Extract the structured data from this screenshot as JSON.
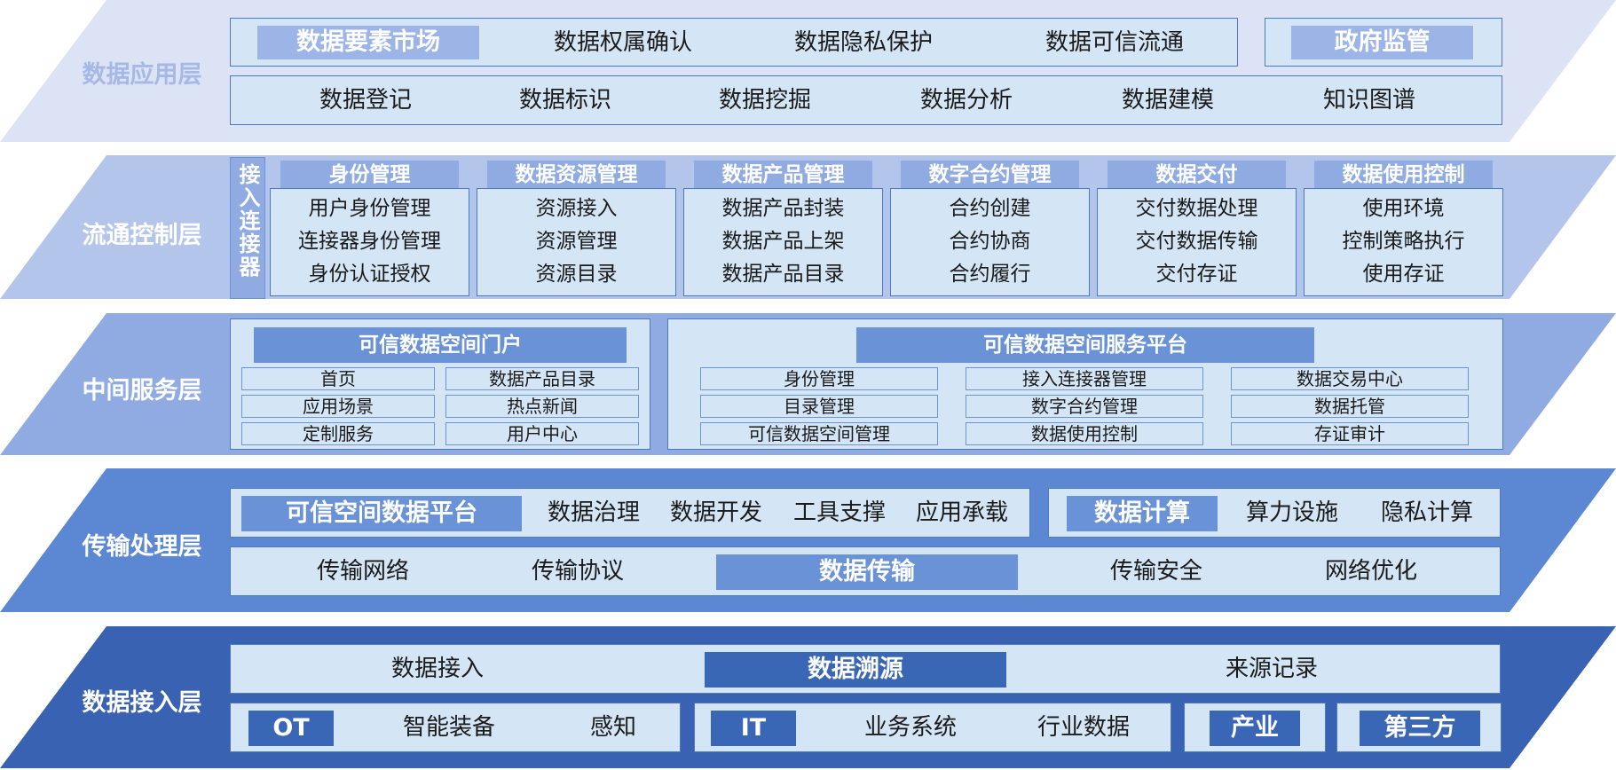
{
  "colors": {
    "band1": "#dbe3f5",
    "band2": "#b3c5ea",
    "band3": "#8fabe1",
    "band4": "#5c87d2",
    "band5": "#3a62b2",
    "box_fill": "#d4e5f5",
    "box_border": "#4d79c4",
    "highlight1": "#9db5e6",
    "highlight2": "#6a92d6",
    "highlight3": "#3a66b6"
  },
  "layers": {
    "application": {
      "name": "数据应用层",
      "market": "数据要素市场",
      "row1": [
        "数据权属确认",
        "数据隐私保护",
        "数据可信流通"
      ],
      "gov": "政府监管",
      "row2": [
        "数据登记",
        "数据标识",
        "数据挖掘",
        "数据分析",
        "数据建模",
        "知识图谱"
      ]
    },
    "control": {
      "name": "流通控制层",
      "connector": "接入连接器",
      "modules": [
        {
          "title": "身份管理",
          "items": [
            "用户身份管理",
            "连接器身份管理",
            "身份认证授权"
          ]
        },
        {
          "title": "数据资源管理",
          "items": [
            "资源接入",
            "资源管理",
            "资源目录"
          ]
        },
        {
          "title": "数据产品管理",
          "items": [
            "数据产品封装",
            "数据产品上架",
            "数据产品目录"
          ]
        },
        {
          "title": "数字合约管理",
          "items": [
            "合约创建",
            "合约协商",
            "合约履行"
          ]
        },
        {
          "title": "数据交付",
          "items": [
            "交付数据处理",
            "交付数据传输",
            "交付存证"
          ]
        },
        {
          "title": "数据使用控制",
          "items": [
            "使用环境",
            "控制策略执行",
            "使用存证"
          ]
        }
      ]
    },
    "middle": {
      "name": "中间服务层",
      "portal": {
        "title": "可信数据空间门户",
        "items": [
          "首页",
          "数据产品目录",
          "应用场景",
          "热点新闻",
          "定制服务",
          "用户中心"
        ]
      },
      "platform": {
        "title": "可信数据空间服务平台",
        "items": [
          "身份管理",
          "接入连接器管理",
          "数据交易中心",
          "目录管理",
          "数字合约管理",
          "数据托管",
          "可信数据空间管理",
          "数据使用控制",
          "存证审计"
        ]
      }
    },
    "transport": {
      "name": "传输处理层",
      "platform": "可信空间数据平台",
      "platform_items": [
        "数据治理",
        "数据开发",
        "工具支撑",
        "应用承载"
      ],
      "compute": "数据计算",
      "compute_items": [
        "算力设施",
        "隐私计算"
      ],
      "row2_left": [
        "传输网络",
        "传输协议"
      ],
      "transfer": "数据传输",
      "row2_right": [
        "传输安全",
        "网络优化"
      ]
    },
    "access": {
      "name": "数据接入层",
      "row1_left": "数据接入",
      "trace": "数据溯源",
      "row1_right": "来源记录",
      "ot": "OT",
      "ot_items": [
        "智能装备",
        "感知"
      ],
      "it": "IT",
      "it_items": [
        "业务系统",
        "行业数据"
      ],
      "industry": "产业",
      "third": "第三方"
    }
  }
}
